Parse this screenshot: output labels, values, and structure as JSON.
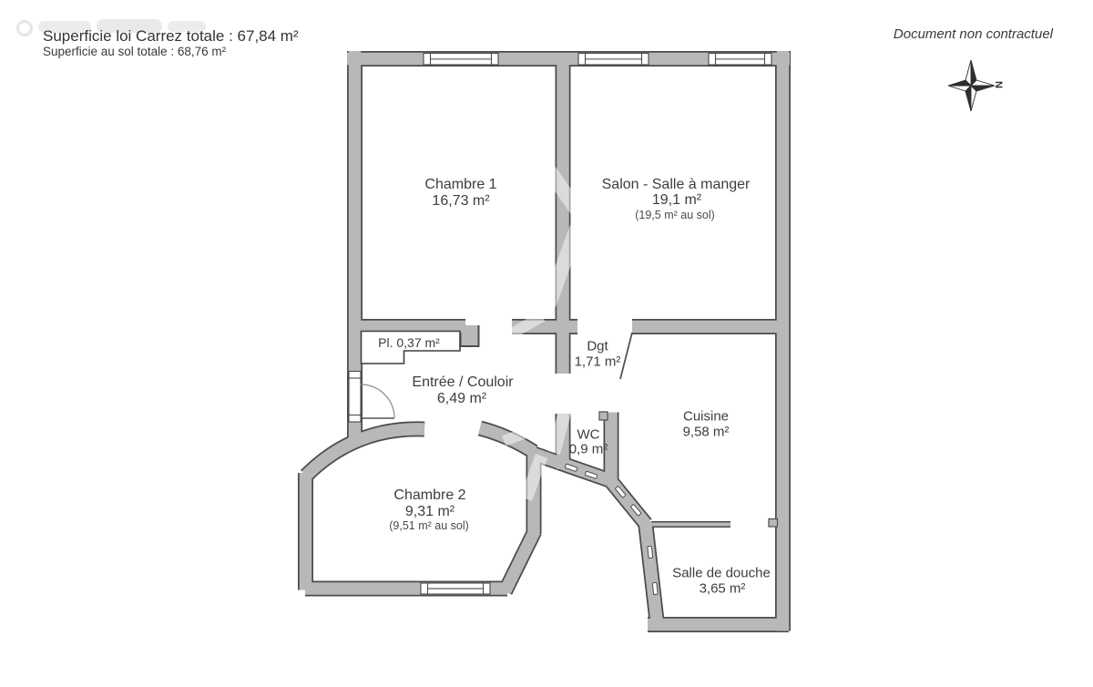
{
  "header": {
    "line1": "Superficie loi Carrez totale :  67,84 m²",
    "line2": "Superficie au sol totale :  68,76 m²"
  },
  "disclaimer": "Document non contractuel",
  "compass": {
    "north_label": "N"
  },
  "rooms": {
    "chambre1": {
      "name": "Chambre 1",
      "area": "16,73 m²"
    },
    "salon": {
      "name": "Salon - Salle à manger",
      "area": "19,1 m²",
      "floor_area": "(19,5 m² au sol)"
    },
    "placard": {
      "name": "Pl. 0,37 m²"
    },
    "entree": {
      "name": "Entrée / Couloir",
      "area": "6,49 m²"
    },
    "degagement": {
      "name": "Dgt",
      "area": "1,71 m²"
    },
    "wc": {
      "name": "WC",
      "area": "0,9 m²"
    },
    "cuisine": {
      "name": "Cuisine",
      "area": "9,58 m²"
    },
    "chambre2": {
      "name": "Chambre 2",
      "area": "9,31 m²",
      "floor_area": "(9,51 m² au sol)"
    },
    "salle_de_douche": {
      "name": "Salle de douche",
      "area": "3,65 m²"
    }
  },
  "colors": {
    "wall_fill": "#b8b8b8",
    "wall_outline": "#4c4c4c",
    "text": "#3d3d3d"
  }
}
